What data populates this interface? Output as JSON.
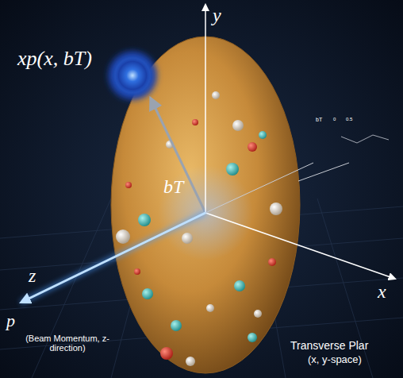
{
  "diagram": {
    "labels": [
      "y",
      "xp(x, bT)",
      "bT",
      "bT",
      "0",
      "0.5",
      "z",
      "x",
      "p",
      "(Beam Momentum, z-direction)",
      "Transverse Plar",
      "(x, y-space)"
    ]
  }
}
